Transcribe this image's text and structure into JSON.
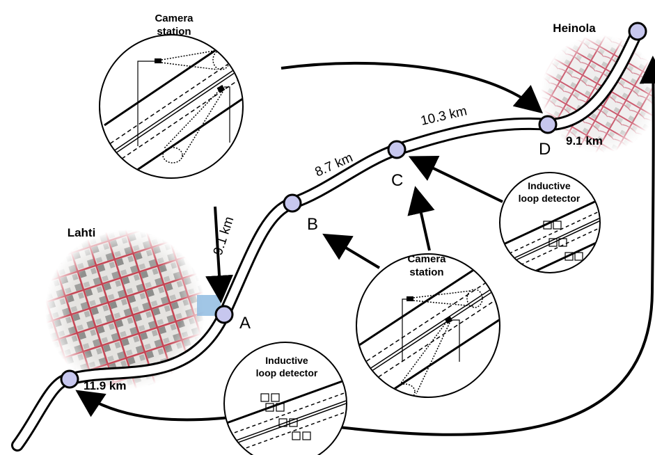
{
  "places": {
    "city_south": "Lahti",
    "city_north": "Heinola"
  },
  "points": [
    {
      "id": "A",
      "label": "A"
    },
    {
      "id": "B",
      "label": "B"
    },
    {
      "id": "C",
      "label": "C"
    },
    {
      "id": "D",
      "label": "D"
    }
  ],
  "distances": {
    "start_A": "11.9 km",
    "A_B": "9.1 km",
    "B_C": "8.7 km",
    "C_D": "10.3 km",
    "D_end": "9.1 km"
  },
  "callouts": {
    "camera_station_top": {
      "line1": "Camera",
      "line2": "station"
    },
    "camera_station_bottom": {
      "line1": "Camera",
      "line2": "station"
    },
    "loop_detector_right": {
      "line1": "Inductive",
      "line2": "loop detector"
    },
    "loop_detector_bottom": {
      "line1": "Inductive",
      "line2": "loop detector"
    }
  },
  "colors": {
    "road_fill": "#ffffff",
    "road_edge": "#000000",
    "node_fill": "#c7c7ee",
    "map_red": "#c23a4a",
    "map_base": "#dcdcd8"
  }
}
